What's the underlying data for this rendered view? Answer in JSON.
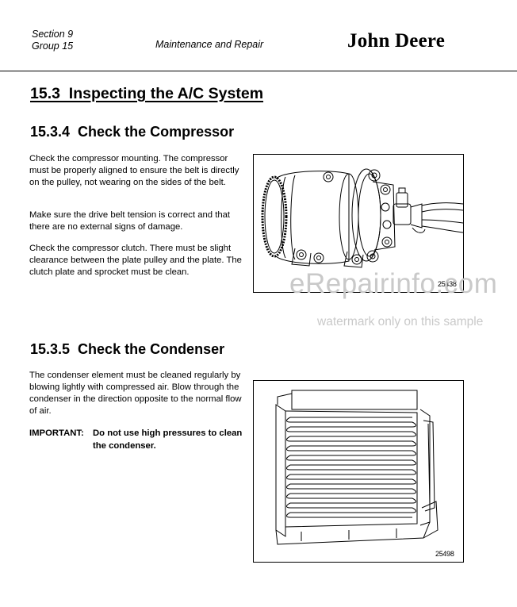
{
  "header": {
    "section": "Section 9",
    "group": "Group 15",
    "title": "Maintenance and Repair",
    "brand": "John Deere"
  },
  "main": {
    "heading": "15.3  Inspecting the A/C System",
    "compressor": {
      "heading": "15.3.4  Check the Compressor",
      "paragraphs": [
        "Check the compressor mounting. The compressor must be properly aligned to ensure the belt is directly on the pulley, not wearing on the sides of the belt.",
        "Make sure the drive belt tension is correct and that there are no external signs of damage.",
        "Check the compressor clutch. There must be slight clearance between the plate pulley and the plate. The clutch plate and sprocket must be clean."
      ],
      "figure_id": "25438"
    },
    "condenser": {
      "heading": "15.3.5  Check the Condenser",
      "paragraph": "The condenser element must be cleaned regularly by blowing lightly with compressed air. Blow through the condenser in the direction opposite to the normal flow of air.",
      "important_label": "IMPORTANT:",
      "important_text": "Do not use high pressures to clean the condenser.",
      "figure_id": "25498"
    }
  },
  "watermark": {
    "site": "eRepairinfo.com",
    "note": "watermark only on this sample"
  }
}
